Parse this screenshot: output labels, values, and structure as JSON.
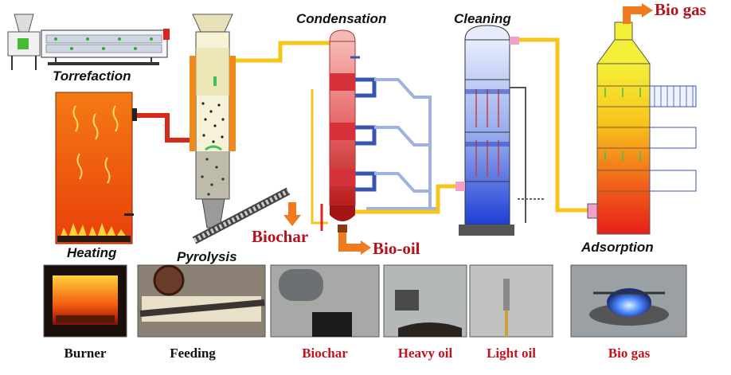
{
  "stages": {
    "torrefaction": "Torrefaction",
    "heating": "Heating",
    "pyrolysis": "Pyrolysis",
    "condensation": "Condensation",
    "cleaning": "Cleaning",
    "adsorption": "Adsorption"
  },
  "products": {
    "biochar": "Biochar",
    "bio_oil": "Bio-oil",
    "bio_gas": "Bio gas"
  },
  "captions": [
    {
      "label": "Burner",
      "color": "#111111"
    },
    {
      "label": "Feeding",
      "color": "#111111"
    },
    {
      "label": "Biochar",
      "color": "#c0141c"
    },
    {
      "label": "Heavy oil",
      "color": "#c0141c"
    },
    {
      "label": "Light oil",
      "color": "#c0141c"
    },
    {
      "label": "Bio gas",
      "color": "#c0141c"
    }
  ],
  "colors": {
    "pipe_yellow": "#f5c518",
    "pipe_red": "#d62a1a",
    "pipe_blue": "#3a55b0",
    "pipe_lightblue": "#9fb2e0",
    "furnace_orange": "#f26a10",
    "arrow_orange": "#f07a20",
    "product_red": "#b3121b"
  }
}
